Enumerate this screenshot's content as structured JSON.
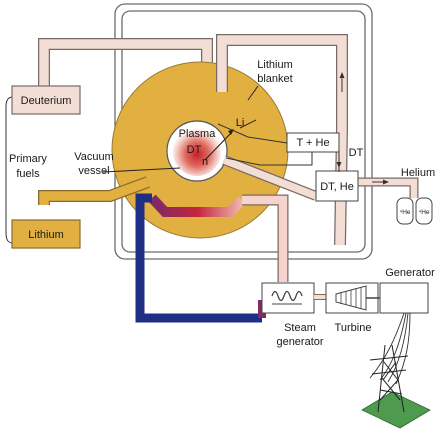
{
  "labels": {
    "deuterium": "Deuterium",
    "lithium": "Lithium",
    "primary_line1": "Primary",
    "primary_line2": "fuels",
    "vacuum_line1": "Vacuum",
    "vacuum_line2": "vessel",
    "blanket_line1": "Lithium",
    "blanket_line2": "blanket",
    "plasma": "Plasma",
    "dt_core": "DT",
    "neutron": "n",
    "li": "Li",
    "t_he": "T + He",
    "dt_right": "DT",
    "dt_he": "DT, He",
    "helium": "Helium",
    "he_tank": "⁴He",
    "steam_line1": "Steam",
    "steam_line2": "generator",
    "turbine": "Turbine",
    "generator": "Generator"
  },
  "colors": {
    "blanket_gold": "#E2B040",
    "pipe_pink": "#F3DED6",
    "pipe_outline": "#7a6a64",
    "plasma_red": "#D64537",
    "coolant_hot": "#C8302F",
    "coolant_cold": "#1F3B8F",
    "ground_green": "#4E9A4E"
  }
}
